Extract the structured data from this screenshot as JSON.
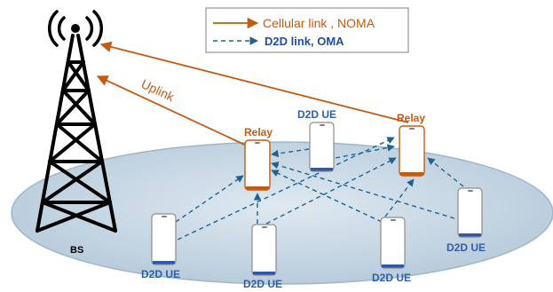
{
  "legend": {
    "cellular_label": "Cellular link , NOMA",
    "d2d_label": "D2D link, OMA"
  },
  "labels": {
    "uplink": "Uplink",
    "bs": "BS",
    "relay_left": "Relay",
    "relay_right": "Relay",
    "ue_top": "D2D UE",
    "ue_bottom_left": "D2D UE",
    "ue_bottom_mid": "D2D UE",
    "ue_bottom_right": "D2D UE",
    "ue_right": "D2D UE"
  },
  "colors": {
    "cellular": "#c55a11",
    "d2d": "#1f6391",
    "phone_blue": "#2e59a8",
    "relay_orange": "#c55a11",
    "ellipse_fill": "#c9d9e6",
    "label_blue": "#2e5fa8"
  }
}
